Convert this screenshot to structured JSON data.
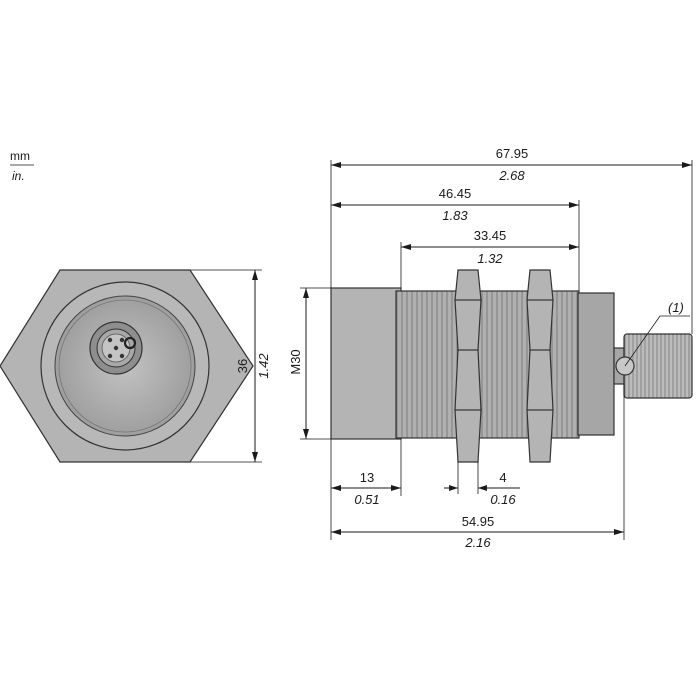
{
  "units": {
    "primary": "mm",
    "secondary": "in."
  },
  "dimensions": {
    "overall_length": {
      "mm": "67.95",
      "in": "2.68"
    },
    "body_length": {
      "mm": "46.45",
      "in": "1.83"
    },
    "thread_length": {
      "mm": "33.45",
      "in": "1.32"
    },
    "face_length": {
      "mm": "13",
      "in": "0.51"
    },
    "nut_width": {
      "mm": "4",
      "in": "0.16"
    },
    "connector_length": {
      "mm": "54.95",
      "in": "2.16"
    },
    "hex_width": {
      "mm": "36",
      "in": "1.42"
    },
    "thread_size": "M30"
  },
  "callouts": {
    "note_1": "(1)"
  }
}
